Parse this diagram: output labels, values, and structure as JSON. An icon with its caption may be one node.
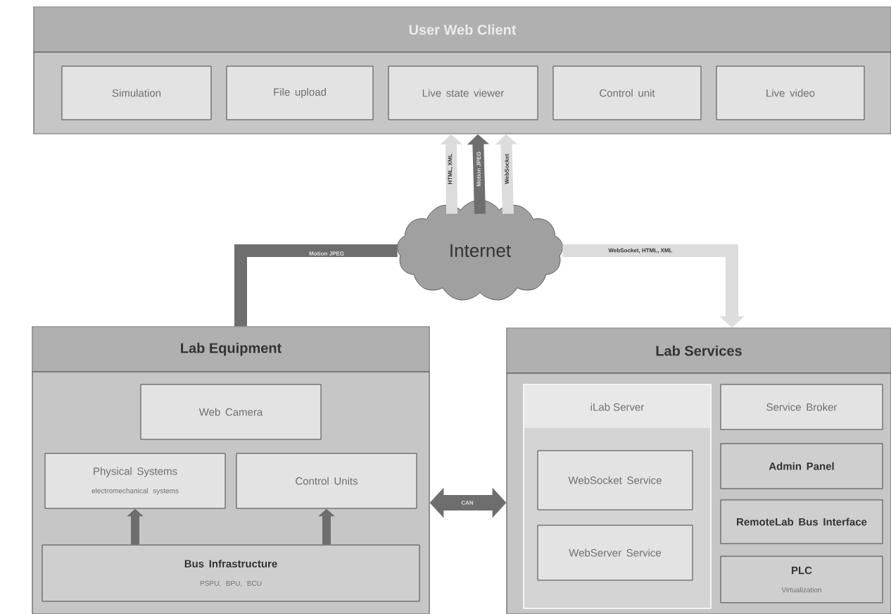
{
  "diagram": {
    "nodes": [
      {
        "text": [
          "User Web Client"
        ]
      },
      {
        "text": [
          "Simulation"
        ],
        "in": 0
      },
      {
        "text": [
          "File upload"
        ],
        "in": 0
      },
      {
        "text": [
          "Live state viewer"
        ],
        "in": 0
      },
      {
        "text": [
          "Control unit"
        ],
        "in": 0
      },
      {
        "text": [
          "Live video"
        ],
        "in": 0
      },
      {
        "text": [
          "Internet"
        ]
      },
      {
        "text": [
          "Lab Equipment"
        ]
      },
      {
        "text": [
          "Web Camera"
        ],
        "in": 7
      },
      {
        "text": [
          "Physical Systems",
          "electromechanical systems"
        ],
        "in": 7
      },
      {
        "text": [
          "Control Units"
        ],
        "in": 7
      },
      {
        "text": [
          "Bus Infrastructure",
          "PSPU, BPU, BCU"
        ],
        "in": 7
      },
      {
        "text": [
          "Lab Services"
        ]
      },
      {
        "text": [
          "iLab Server"
        ],
        "in": 12
      },
      {
        "text": [
          "WebSocket Service"
        ],
        "in": 13
      },
      {
        "text": [
          "WebServer Service"
        ],
        "in": 13
      },
      {
        "text": [
          "Service Broker"
        ],
        "in": 12
      },
      {
        "text": [
          "Admin Panel"
        ],
        "in": 12
      },
      {
        "text": [
          "RemoteLab Bus Interface"
        ],
        "in": 12
      },
      {
        "text": [
          "PLC",
          "Virtualization"
        ],
        "in": 12
      }
    ],
    "edges": [
      {
        "from": 6,
        "to": 0,
        "arrow": "to",
        "label": "HTML, XML",
        "color": "#dcdcdc"
      },
      {
        "from": 6,
        "to": 0,
        "arrow": "to",
        "label": "Motion JPEG"
      },
      {
        "from": 6,
        "to": 0,
        "arrow": "to",
        "label": "WebSocket",
        "color": "#dcdcdc"
      },
      {
        "from": 7,
        "to": 6,
        "arrow": "none",
        "label": "Motion JPEG"
      },
      {
        "from": 6,
        "to": 12,
        "arrow": "to",
        "label": "WebSocket, HTML, XML",
        "color": "#dcdcdc"
      },
      {
        "from": 7,
        "to": 12,
        "arrow": "both",
        "label": "CAN"
      },
      {
        "from": 11,
        "to": 9,
        "arrow": "to"
      },
      {
        "from": 11,
        "to": 10,
        "arrow": "to"
      }
    ]
  }
}
